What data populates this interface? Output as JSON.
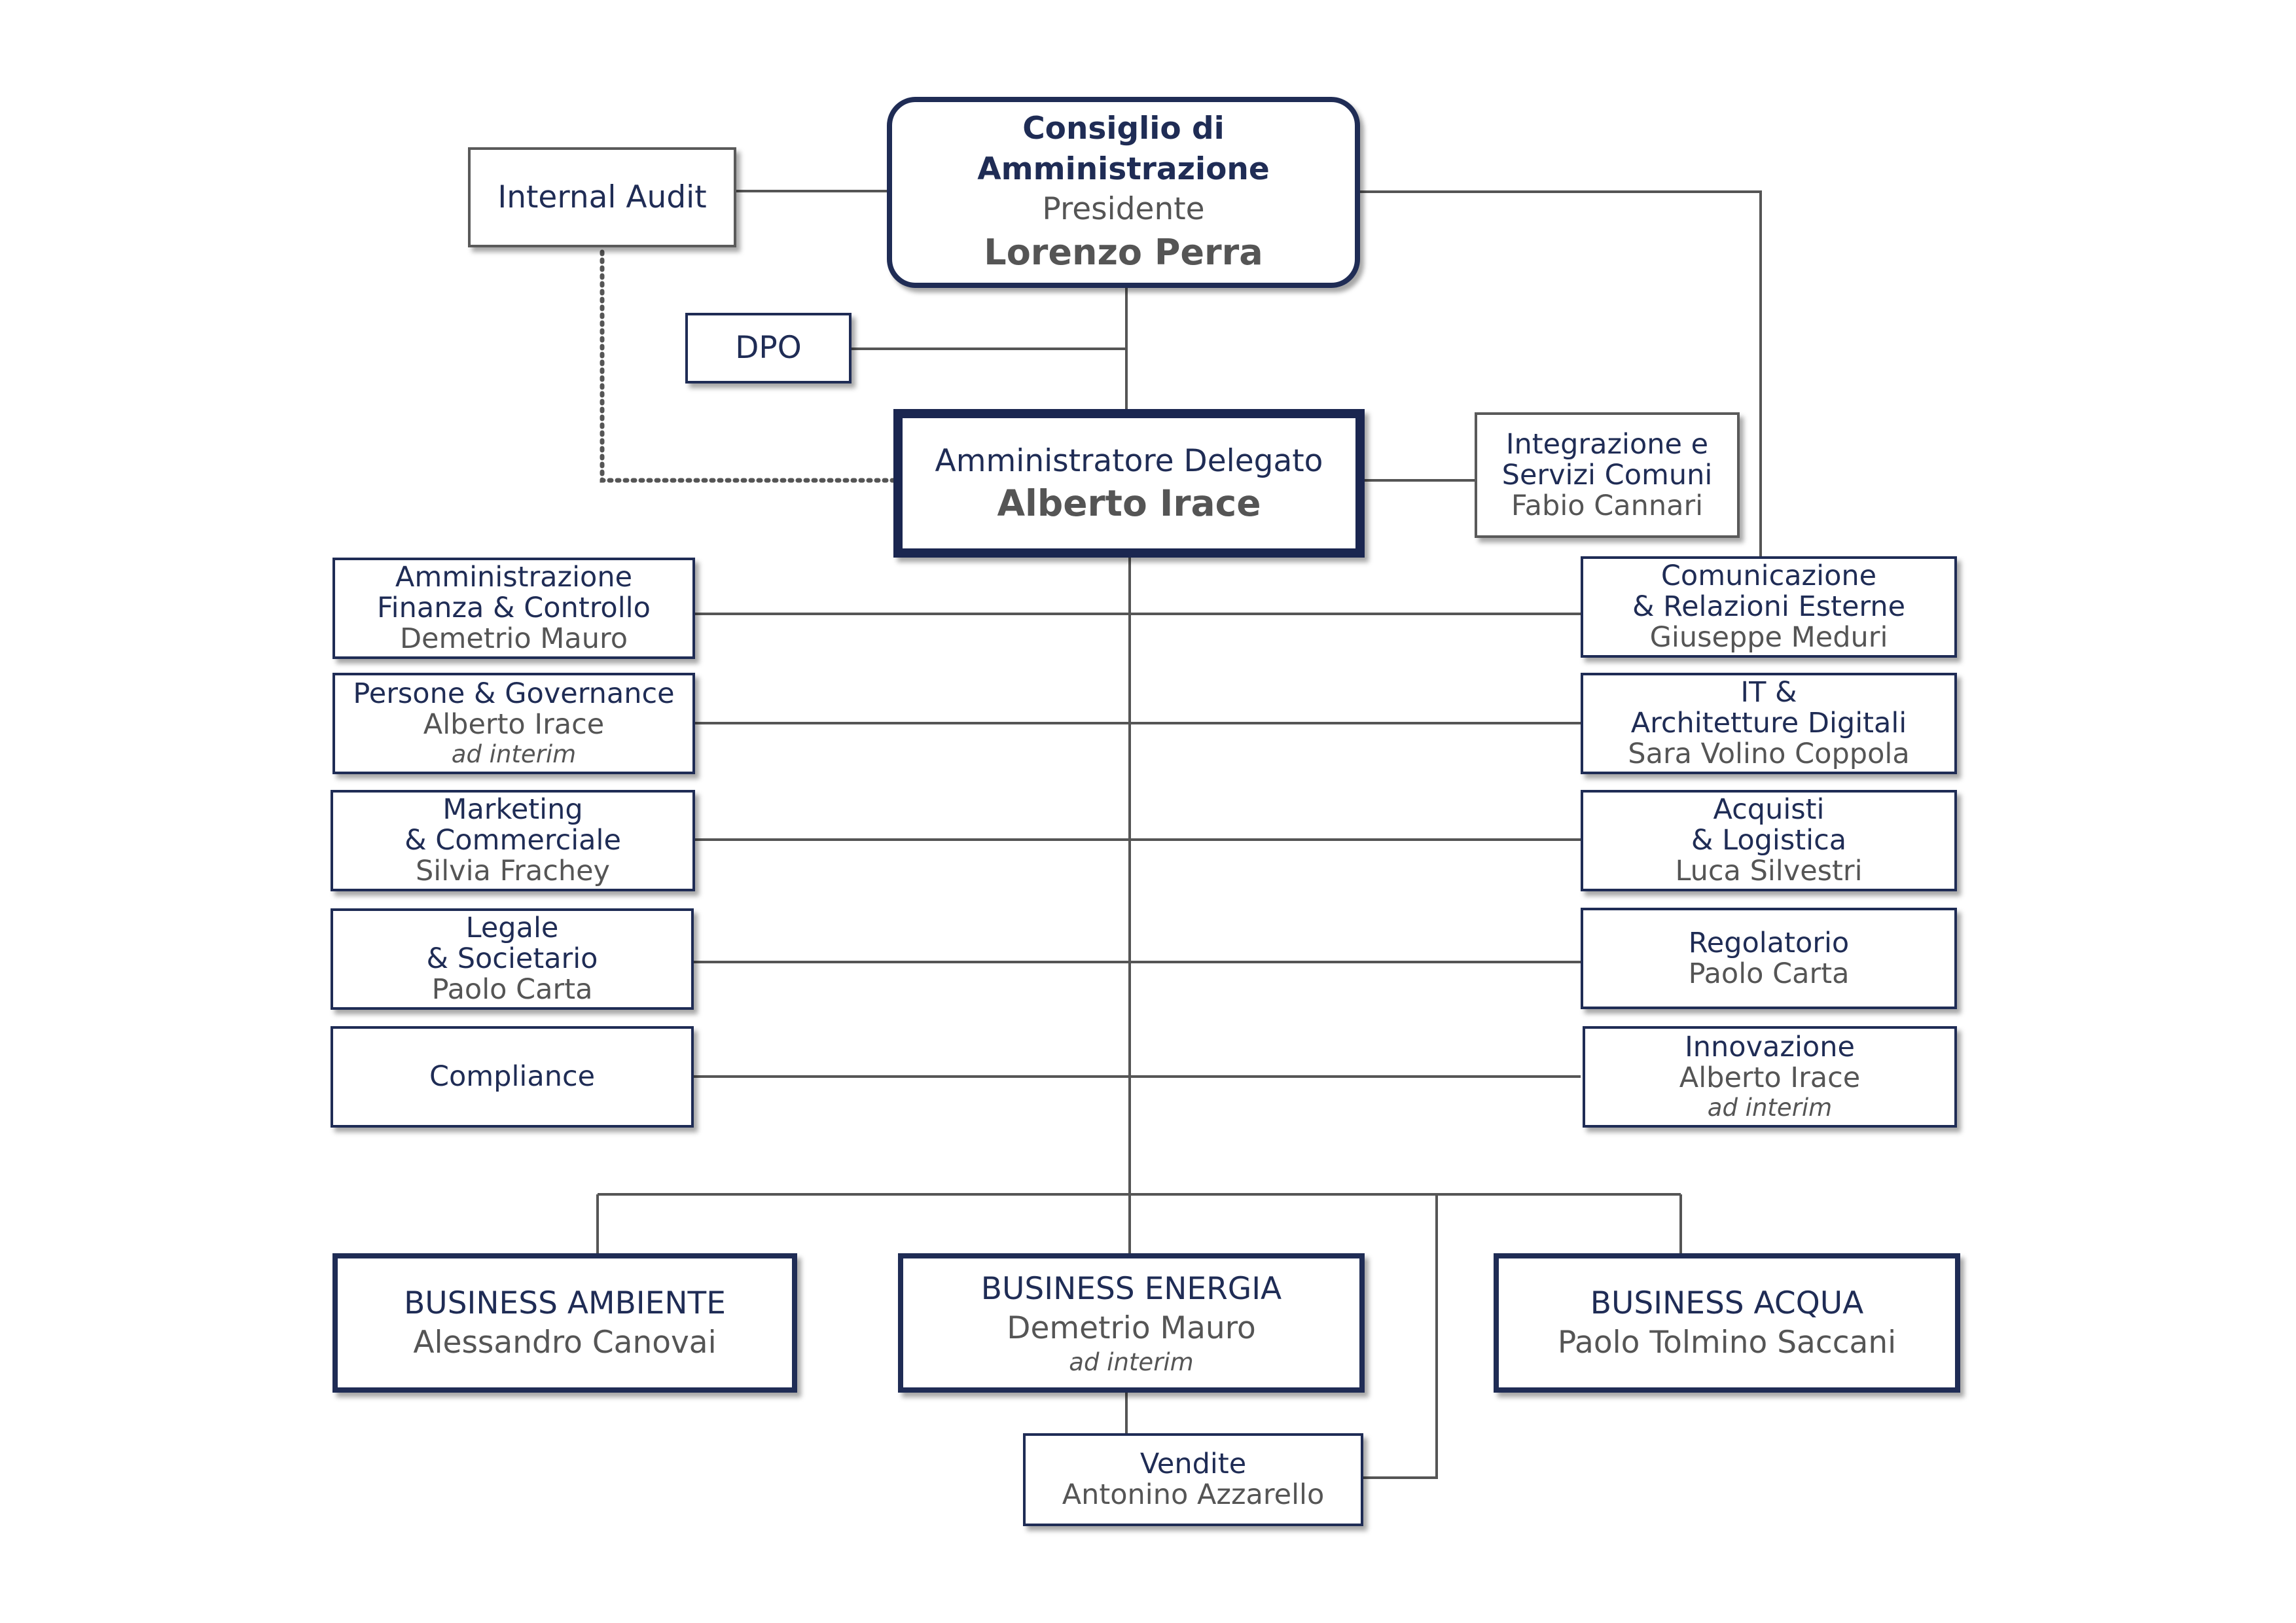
{
  "colors": {
    "navy": "#1f2c55",
    "text_gray": "#555555",
    "line": "#555555"
  },
  "board": {
    "title": "Consiglio di Amministrazione",
    "role": "Presidente",
    "name": "Lorenzo Perra"
  },
  "internal_audit": {
    "title": "Internal Audit"
  },
  "dpo": {
    "title": "DPO"
  },
  "ceo": {
    "title": "Amministratore Delegato",
    "name": "Alberto Irace"
  },
  "integrazione": {
    "title_line1": "Integrazione e",
    "title_line2": "Servizi Comuni",
    "name": "Fabio Cannari"
  },
  "left_units": [
    {
      "title_line1": "Amministrazione",
      "title_line2": "Finanza & Controllo",
      "name": "Demetrio Mauro"
    },
    {
      "title_line1": "Persone & Governance",
      "name": "Alberto Irace",
      "note": "ad interim"
    },
    {
      "title_line1": "Marketing",
      "title_line2": "& Commerciale",
      "name": "Silvia Frachey"
    },
    {
      "title_line1": "Legale",
      "title_line2": "& Societario",
      "name": "Paolo Carta"
    },
    {
      "title_line1": "Compliance"
    }
  ],
  "right_units": [
    {
      "title_line1": "Comunicazione",
      "title_line2": "& Relazioni Esterne",
      "name": "Giuseppe Meduri"
    },
    {
      "title_line1": "IT &",
      "title_line2": "Architetture Digitali",
      "name": "Sara Volino Coppola"
    },
    {
      "title_line1": "Acquisti",
      "title_line2": "& Logistica",
      "name": "Luca Silvestri"
    },
    {
      "title_line1": "Regolatorio",
      "name": "Paolo Carta"
    },
    {
      "title_line1": "Innovazione",
      "name": "Alberto Irace",
      "note": "ad interim"
    }
  ],
  "business": [
    {
      "title": "BUSINESS AMBIENTE",
      "name": "Alessandro Canovai"
    },
    {
      "title": "BUSINESS ENERGIA",
      "name": "Demetrio Mauro",
      "note": "ad interim"
    },
    {
      "title": "BUSINESS ACQUA",
      "name": "Paolo Tolmino Saccani"
    }
  ],
  "vendite": {
    "title": "Vendite",
    "name": "Antonino Azzarello"
  }
}
